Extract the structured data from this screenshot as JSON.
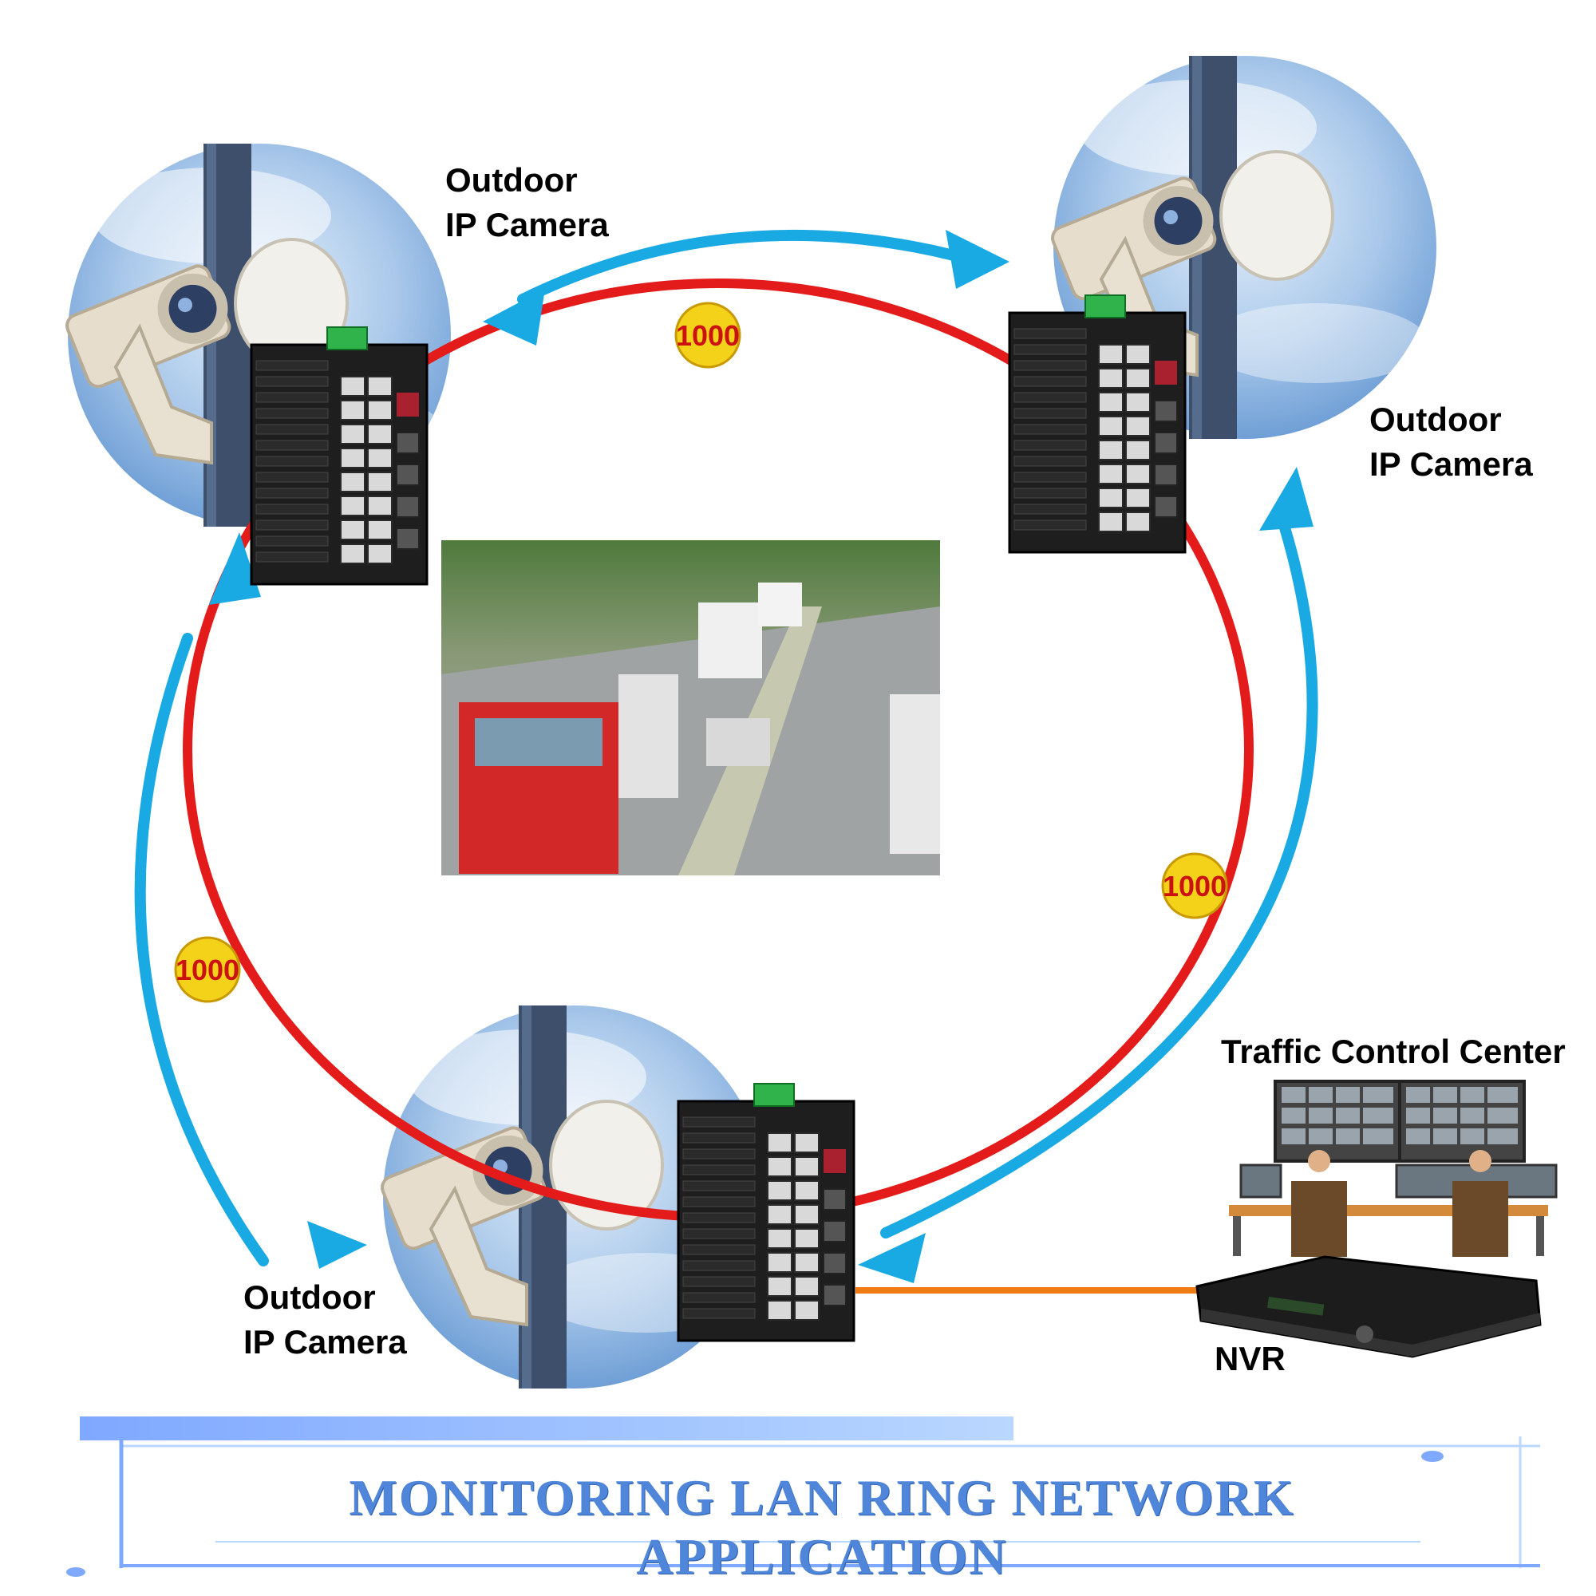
{
  "labels": {
    "camera_top_left": [
      "Outdoor",
      "IP Camera"
    ],
    "camera_top_right": [
      "Outdoor",
      "IP Camera"
    ],
    "camera_bottom": [
      "Outdoor",
      "IP Camera"
    ],
    "control_center": "Traffic Control Center",
    "nvr": "NVR"
  },
  "speed_badges": [
    "1000",
    "1000",
    "1000"
  ],
  "title": "MONITORING LAN RING NETWORK APPLICATION",
  "colors": {
    "ring_link": "#e41b1b",
    "flow_arrow": "#19a9e3",
    "uplink": "#f07d14",
    "badge_fill": "#f5d21a",
    "badge_text": "#cc1111",
    "title": "#4f86d9"
  }
}
